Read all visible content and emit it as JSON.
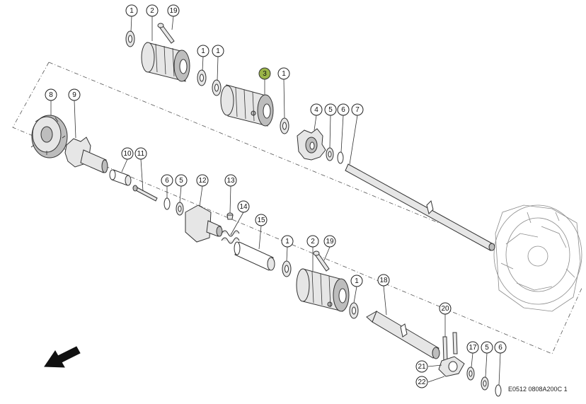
{
  "drawing": {
    "reference": "E0512 0808A200C 1",
    "highlight_color": "#9bb548",
    "arrow_icon": "direction-arrow-icon"
  },
  "callouts": [
    {
      "label": "1",
      "highlighted": false
    },
    {
      "label": "2",
      "highlighted": false
    },
    {
      "label": "19",
      "highlighted": false
    },
    {
      "label": "1",
      "highlighted": false
    },
    {
      "label": "1",
      "highlighted": false
    },
    {
      "label": "3",
      "highlighted": true
    },
    {
      "label": "1",
      "highlighted": false
    },
    {
      "label": "8",
      "highlighted": false
    },
    {
      "label": "9",
      "highlighted": false
    },
    {
      "label": "4",
      "highlighted": false
    },
    {
      "label": "5",
      "highlighted": false
    },
    {
      "label": "6",
      "highlighted": false
    },
    {
      "label": "7",
      "highlighted": false
    },
    {
      "label": "10",
      "highlighted": false
    },
    {
      "label": "11",
      "highlighted": false
    },
    {
      "label": "6",
      "highlighted": false
    },
    {
      "label": "5",
      "highlighted": false
    },
    {
      "label": "12",
      "highlighted": false
    },
    {
      "label": "13",
      "highlighted": false
    },
    {
      "label": "14",
      "highlighted": false
    },
    {
      "label": "15",
      "highlighted": false
    },
    {
      "label": "1",
      "highlighted": false
    },
    {
      "label": "2",
      "highlighted": false
    },
    {
      "label": "19",
      "highlighted": false
    },
    {
      "label": "1",
      "highlighted": false
    },
    {
      "label": "18",
      "highlighted": false
    },
    {
      "label": "20",
      "highlighted": false
    },
    {
      "label": "17",
      "highlighted": false
    },
    {
      "label": "5",
      "highlighted": false
    },
    {
      "label": "6",
      "highlighted": false
    },
    {
      "label": "21",
      "highlighted": false
    },
    {
      "label": "22",
      "highlighted": false
    }
  ]
}
